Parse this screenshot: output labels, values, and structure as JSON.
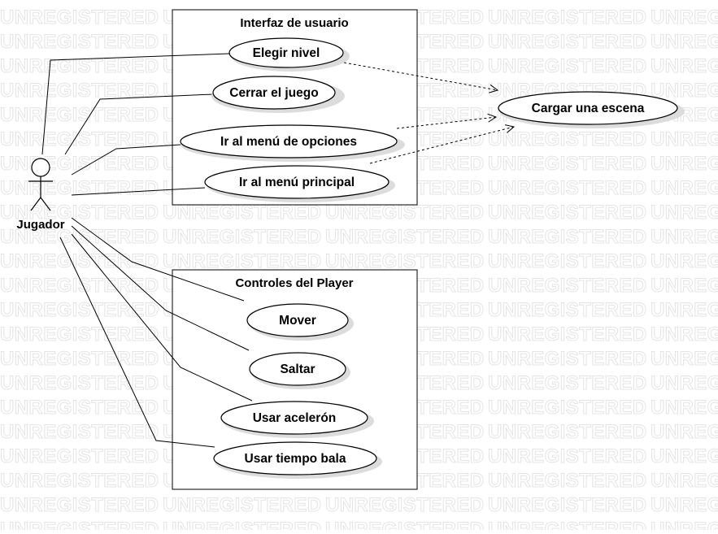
{
  "watermark": {
    "text": "UNREGISTERED"
  },
  "actor": {
    "name": "Jugador"
  },
  "systems": {
    "ui": {
      "title": "Interfaz de usuario"
    },
    "player": {
      "title": "Controles del Player"
    }
  },
  "use_cases": {
    "elegir_nivel": "Elegir nivel",
    "cerrar_juego": "Cerrar el juego",
    "menu_opciones": "Ir al menú de opciones",
    "menu_principal": "Ir al menú principal",
    "cargar_escena": "Cargar una escena",
    "mover": "Mover",
    "saltar": "Saltar",
    "usar_aceleron": "Usar acelerón",
    "tiempo_bala": "Usar tiempo bala"
  }
}
